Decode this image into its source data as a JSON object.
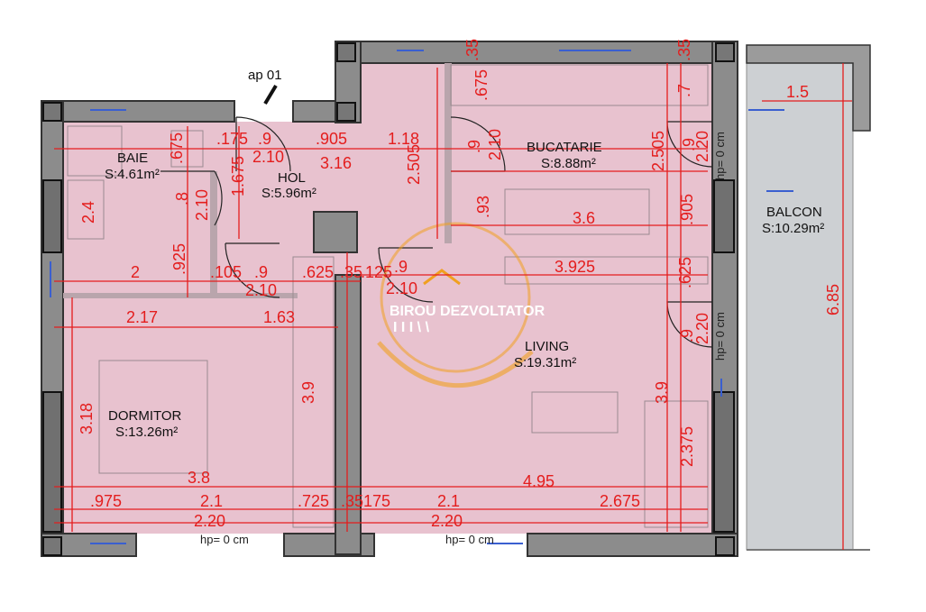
{
  "apartment_label": "ap 01",
  "rooms": [
    {
      "id": "baie",
      "name": "BAIE",
      "area": "S:4.61m²"
    },
    {
      "id": "hol",
      "name": "HOL",
      "area": "S:5.96m²"
    },
    {
      "id": "bucatarie",
      "name": "BUCATARIE",
      "area": "S:8.88m²"
    },
    {
      "id": "balcon",
      "name": "BALCON",
      "area": "S:10.29m²"
    },
    {
      "id": "dormitor",
      "name": "DORMITOR",
      "area": "S:13.26m²"
    },
    {
      "id": "living",
      "name": "LIVING",
      "area": "S:19.31m²"
    }
  ],
  "dimensions": [
    ".35",
    ".35",
    ".675",
    ".7",
    ".175",
    ".9",
    ".905",
    "1.18",
    "2.10",
    ".9",
    "2.10",
    "2.505",
    "2.505",
    ".9",
    "2.20",
    ".675",
    "1.675",
    "3.16",
    ".8",
    "2.10",
    "2.4",
    ".93",
    "3.6",
    ".905",
    "1.5",
    "6.85",
    "2",
    ".925",
    ".105",
    ".9",
    ".625",
    ".35",
    ".125",
    ".9",
    "3.925",
    ".625",
    "2.10",
    "2.10",
    "2.17",
    "1.63",
    ".9",
    "2.20",
    "3.18",
    "3.9",
    "3.9",
    "2.375",
    "3.8",
    "4.95",
    ".975",
    "2.1",
    ".725",
    ".35",
    ".175",
    "2.1",
    "2.675",
    "2.20",
    "2.20"
  ],
  "window_notes": [
    "hp= 0 cm",
    "hp= 0 cm",
    "hp= 0 cm",
    "hp= 0 cm"
  ],
  "watermark": "BIROU DEZVOLTATOR",
  "watermark_mark": "I I I \\ \\",
  "colors": {
    "room_fill": "#e8c2cf",
    "dimension": "#e41d1d",
    "wall": "#8c8c8c",
    "balcony": "#cdd0d3",
    "accent_gold": "#f0a020"
  }
}
